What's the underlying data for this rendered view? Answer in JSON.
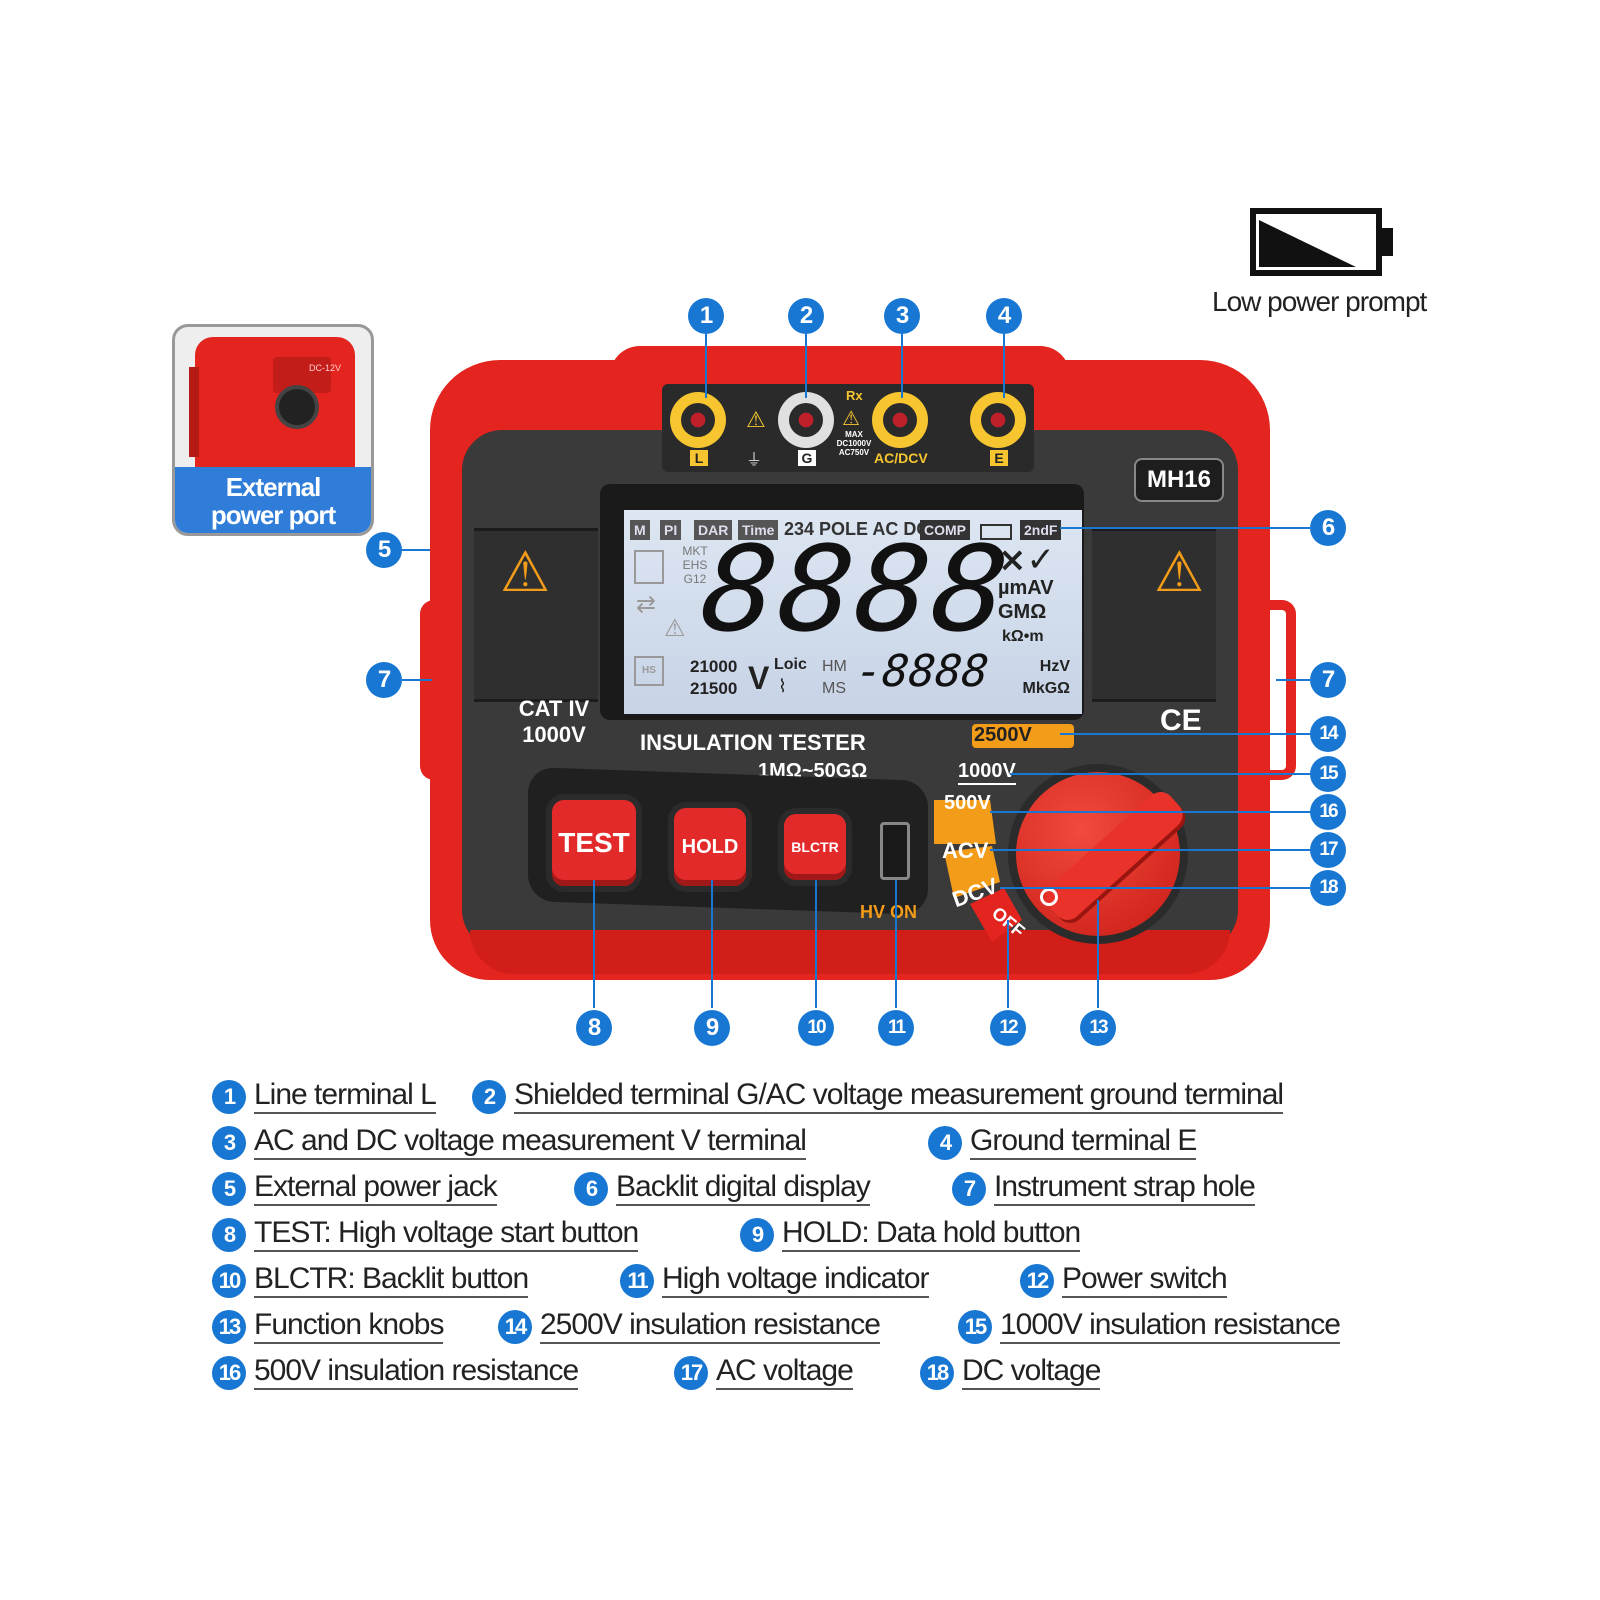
{
  "low_power": {
    "label": "Low power prompt"
  },
  "external_port": {
    "label_line1": "External",
    "label_line2": "power port",
    "jack_text": "DC-12V"
  },
  "device": {
    "model": "MH16",
    "cat_line1": "CAT IV",
    "cat_line2": "1000V",
    "title": "INSULATION TESTER",
    "range": "1MΩ~50GΩ",
    "ce": "CE",
    "hv_on": "HV ON",
    "terminals": {
      "l": "L",
      "g": "G",
      "acdcv": "AC/DCV",
      "e": "E",
      "rx": "Rx",
      "max": "MAX",
      "dc1000": "DC1000V",
      "ac750": "AC750V"
    },
    "buttons": {
      "test": "TEST",
      "hold": "HOLD",
      "blctr": "BLCTR"
    },
    "dial": {
      "v2500": "2500V",
      "v1000": "1000V",
      "v500": "500V",
      "acv": "ACV",
      "dcv": "DCV",
      "off": "OFF"
    },
    "lcd": {
      "tags": [
        "M",
        "PI",
        "DAR",
        "Time"
      ],
      "top_text": "234 POLE AC DC",
      "comp": "COMP",
      "second": "2ndF",
      "mkt": "MKT",
      "ehs": "EHS",
      "g12": "G12",
      "main": "8888",
      "check": "×✓",
      "u1": "µmAV",
      "u2": "GMΩ",
      "u3": "kΩ•m",
      "n21000": "21000",
      "n21500": "21500",
      "v": "V",
      "loic": "Loic",
      "hm": "HM",
      "ms": "MS",
      "sub": "-8888",
      "hzv": "HzV",
      "mkg": "MkGΩ",
      "hs": "HS"
    }
  },
  "markers": [
    "1",
    "2",
    "3",
    "4",
    "5",
    "6",
    "7",
    "7",
    "8",
    "9",
    "10",
    "11",
    "12",
    "13",
    "14",
    "15",
    "16",
    "17",
    "18"
  ],
  "legend": [
    {
      "n": "1",
      "text": "Line terminal L"
    },
    {
      "n": "2",
      "text": "Shielded terminal G/AC voltage measurement ground terminal"
    },
    {
      "n": "3",
      "text": "AC and DC voltage measurement V terminal"
    },
    {
      "n": "4",
      "text": "Ground terminal E"
    },
    {
      "n": "5",
      "text": "External power jack"
    },
    {
      "n": "6",
      "text": "Backlit digital display"
    },
    {
      "n": "7",
      "text": "Instrument strap hole"
    },
    {
      "n": "8",
      "text": "TEST: High voltage start button"
    },
    {
      "n": "9",
      "text": "HOLD: Data hold button"
    },
    {
      "n": "10",
      "text": "BLCTR: Backlit button"
    },
    {
      "n": "11",
      "text": "High voltage indicator"
    },
    {
      "n": "12",
      "text": "Power switch"
    },
    {
      "n": "13",
      "text": "Function knobs"
    },
    {
      "n": "14",
      "text": "2500V insulation resistance"
    },
    {
      "n": "15",
      "text": "1000V insulation resistance"
    },
    {
      "n": "16",
      "text": "500V insulation resistance"
    },
    {
      "n": "17",
      "text": "AC voltage"
    },
    {
      "n": "18",
      "text": "DC voltage"
    }
  ]
}
